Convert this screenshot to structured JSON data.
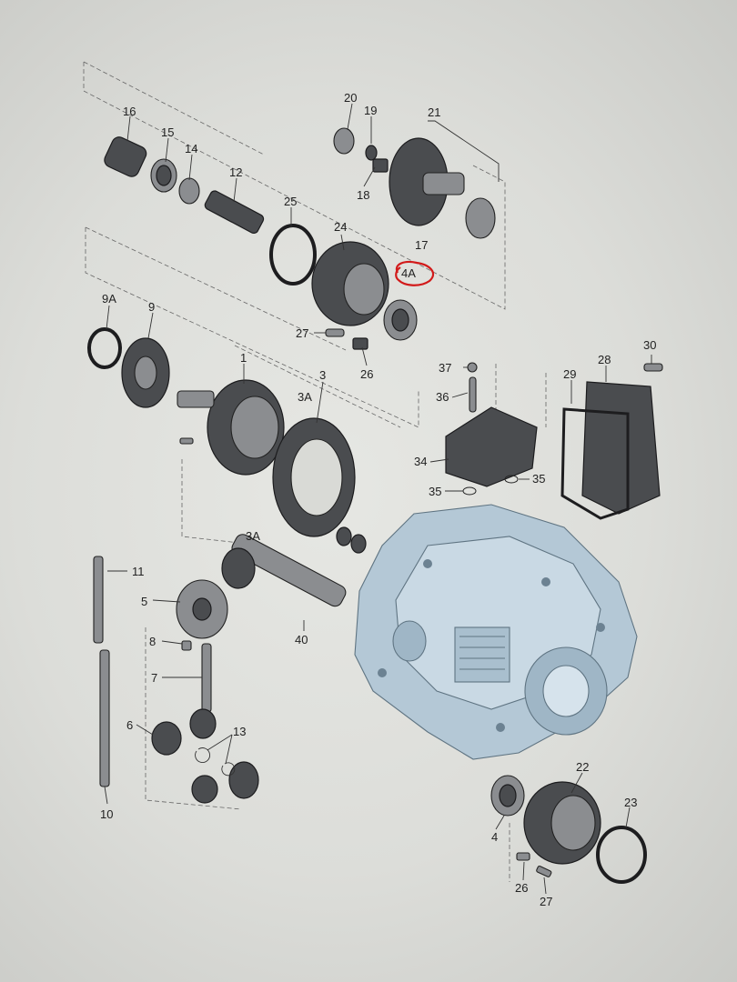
{
  "diagram": {
    "highlight_color": "#d21a1a",
    "housing_color": "#b4c8d6",
    "part_color": "#4a4c4f",
    "labels": [
      {
        "id": "16",
        "text": "16"
      },
      {
        "id": "15",
        "text": "15"
      },
      {
        "id": "14",
        "text": "14"
      },
      {
        "id": "12",
        "text": "12"
      },
      {
        "id": "25",
        "text": "25"
      },
      {
        "id": "24",
        "text": "24"
      },
      {
        "id": "20",
        "text": "20"
      },
      {
        "id": "19",
        "text": "19"
      },
      {
        "id": "18",
        "text": "18"
      },
      {
        "id": "21",
        "text": "21"
      },
      {
        "id": "17",
        "text": "17"
      },
      {
        "id": "4A",
        "text": "4A"
      },
      {
        "id": "27a",
        "text": "27"
      },
      {
        "id": "26a",
        "text": "26"
      },
      {
        "id": "9A",
        "text": "9A"
      },
      {
        "id": "9",
        "text": "9"
      },
      {
        "id": "1",
        "text": "1"
      },
      {
        "id": "3",
        "text": "3"
      },
      {
        "id": "3A_top",
        "text": "3A"
      },
      {
        "id": "3A_bottom",
        "text": "3A"
      },
      {
        "id": "37",
        "text": "37"
      },
      {
        "id": "36",
        "text": "36"
      },
      {
        "id": "34",
        "text": "34"
      },
      {
        "id": "35a",
        "text": "35"
      },
      {
        "id": "35b",
        "text": "35"
      },
      {
        "id": "29",
        "text": "29"
      },
      {
        "id": "28",
        "text": "28"
      },
      {
        "id": "30",
        "text": "30"
      },
      {
        "id": "11",
        "text": "11"
      },
      {
        "id": "5",
        "text": "5"
      },
      {
        "id": "40",
        "text": "40"
      },
      {
        "id": "8",
        "text": "8"
      },
      {
        "id": "7",
        "text": "7"
      },
      {
        "id": "6",
        "text": "6"
      },
      {
        "id": "13",
        "text": "13"
      },
      {
        "id": "10",
        "text": "10"
      },
      {
        "id": "22",
        "text": "22"
      },
      {
        "id": "23",
        "text": "23"
      },
      {
        "id": "4",
        "text": "4"
      },
      {
        "id": "26b",
        "text": "26"
      },
      {
        "id": "27b",
        "text": "27"
      }
    ]
  }
}
